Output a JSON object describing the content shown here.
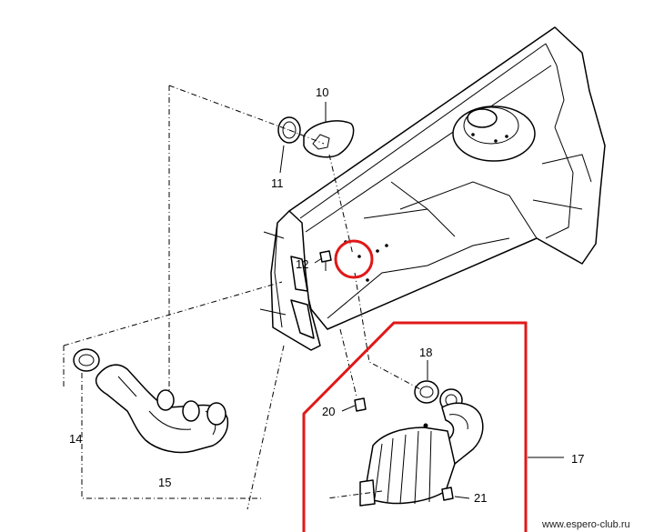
{
  "diagram": {
    "callouts": [
      "10",
      "11",
      "12",
      "14",
      "15",
      "17",
      "18",
      "20",
      "21"
    ],
    "watermark": "www.espero-club.ru"
  },
  "colors": {
    "highlight": "#e01818",
    "line": "#000000",
    "background": "#ffffff"
  }
}
